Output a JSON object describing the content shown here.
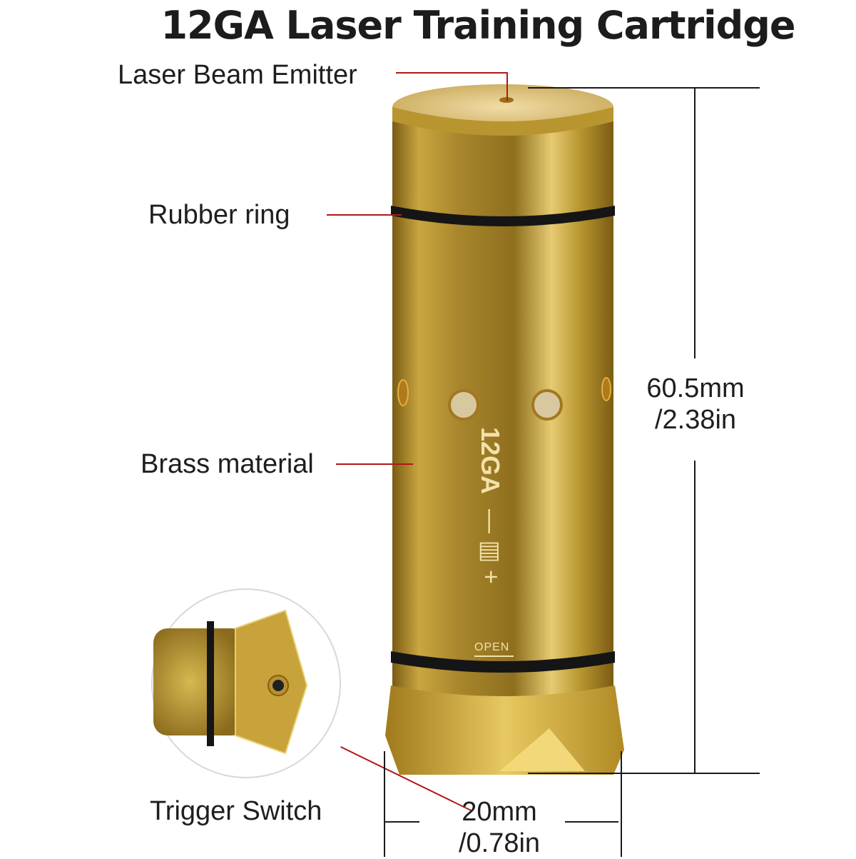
{
  "title": "12GA Laser Training Cartridge",
  "callouts": {
    "laser_beam_emitter": "Laser Beam Emitter",
    "rubber_ring": "Rubber ring",
    "brass_material": "Brass material",
    "trigger_switch": "Trigger Switch"
  },
  "dimensions": {
    "height_mm": "60.5mm",
    "height_in": "/2.38in",
    "width_mm": "20mm",
    "width_in": "/0.78in"
  },
  "engraving": {
    "model": "12GA",
    "symbol": "— ▥ +",
    "open": "OPEN"
  },
  "colors": {
    "brass": "#c9a640",
    "brass_dark": "#8a6a1c",
    "brass_light": "#f0d88a",
    "ring": "#151515",
    "leader": "#b01818"
  }
}
